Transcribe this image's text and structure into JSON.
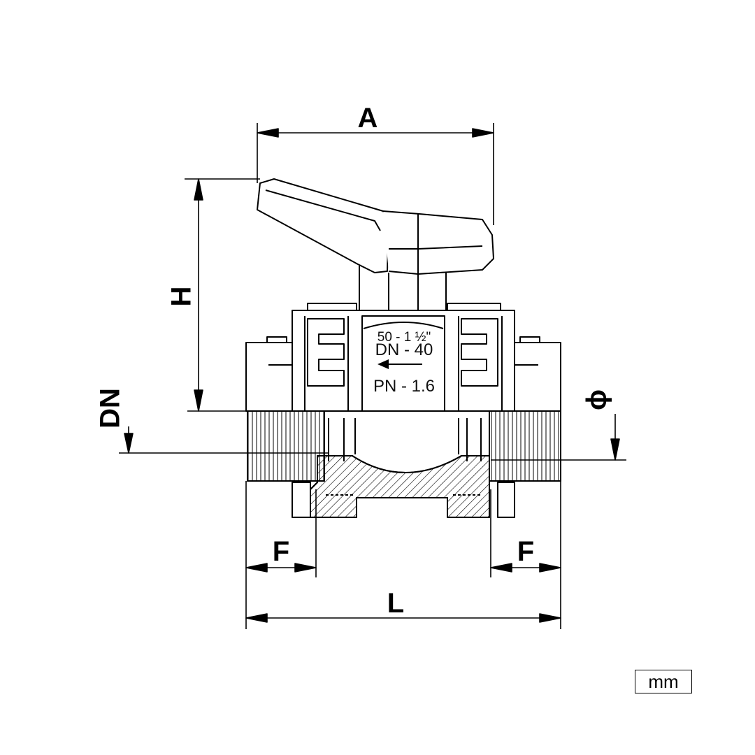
{
  "diagram": {
    "dimension_labels": {
      "a": "A",
      "h": "H",
      "dn": "DN",
      "phi": "ϕ",
      "f_left": "F",
      "f_right": "F",
      "l": "L"
    },
    "body_markings": {
      "size": "50 - 1 ½\"",
      "nominal_diameter": "DN - 40",
      "pressure": "PN - 1.6"
    },
    "unit": "mm",
    "colors": {
      "line": "#000000",
      "background": "#ffffff"
    }
  }
}
